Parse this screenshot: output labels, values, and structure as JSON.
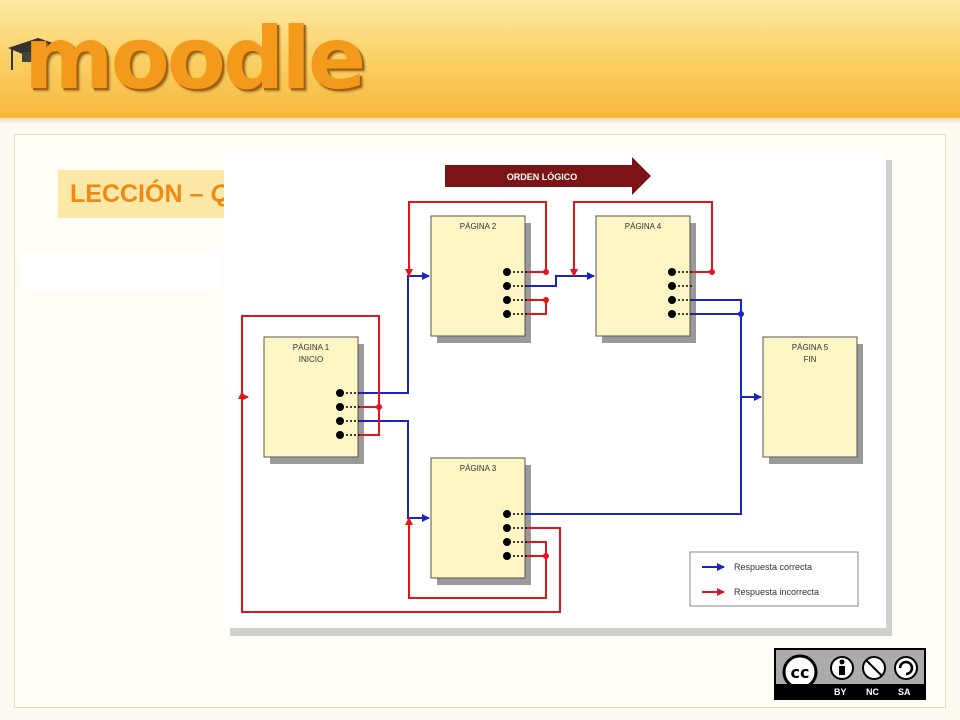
{
  "header": {
    "logo_text": "moodle"
  },
  "slide": {
    "title_main": "LECCIÓN",
    "title_sep": " – ",
    "title_italic": "Qué es"
  },
  "diagram": {
    "banner": "ORDEN LÓGICO",
    "pages": [
      {
        "id": "p1",
        "line1": "PÁGINA 1",
        "line2": "INICIO"
      },
      {
        "id": "p2",
        "line1": "PÁGINA 2",
        "line2": ""
      },
      {
        "id": "p3",
        "line1": "PÁGINA 3",
        "line2": ""
      },
      {
        "id": "p4",
        "line1": "PÁGINA 4",
        "line2": ""
      },
      {
        "id": "p5",
        "line1": "PÁGINA 5",
        "line2": "FIN"
      }
    ],
    "legend": [
      {
        "label": "Respuesta correcta",
        "color": "#1a22c8"
      },
      {
        "label": "Respuesta incorrecta",
        "color": "#e0161c"
      }
    ]
  },
  "license": {
    "badge": "cc",
    "terms": [
      "BY",
      "NC",
      "SA"
    ]
  },
  "colors": {
    "correct": "#1a22c8",
    "incorrect": "#e0161c",
    "page": "#fdf5c4",
    "banner": "#7a1416",
    "title": "#ec8a14"
  }
}
